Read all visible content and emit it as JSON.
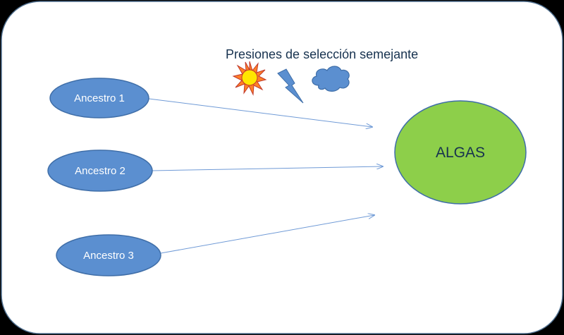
{
  "title": "Presiones de selección semejante",
  "nodes": {
    "ancestor_1": "Ancestro 1",
    "ancestor_2": "Ancestro 2",
    "ancestor_3": "Ancestro 3",
    "target": "ALGAS"
  },
  "icons": [
    "sun-icon",
    "lightning-icon",
    "cloud-icon"
  ],
  "colors": {
    "background": "#000000",
    "card": "#ffffff",
    "ancestor_fill": "#5b8fd0",
    "target_fill": "#8dcf4a",
    "arrow": "#6f9ad6",
    "title_text": "#17324f"
  }
}
